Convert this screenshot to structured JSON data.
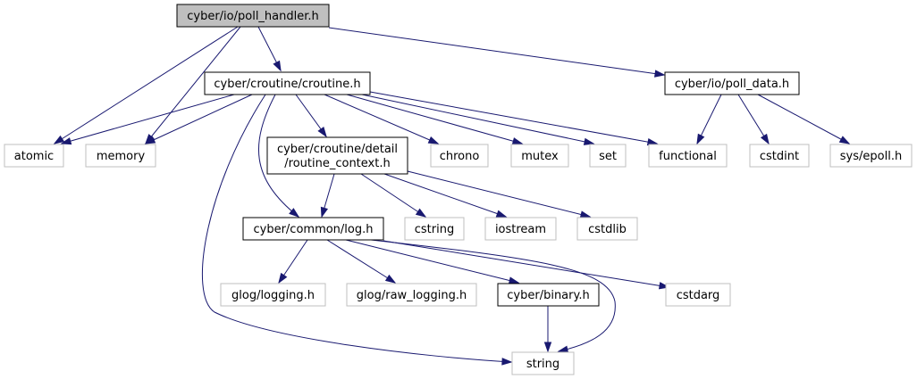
{
  "graph": {
    "colors": {
      "edge": "#191970",
      "root_fill": "#bfbfbf",
      "documented_border": "#000000",
      "external_border": "#bfbfbf",
      "node_fill": "#ffffff"
    },
    "nodes": [
      {
        "id": "poll-handler",
        "lines": [
          "cyber/io/poll_handler.h"
        ],
        "kind": "root"
      },
      {
        "id": "croutine",
        "lines": [
          "cyber/croutine/croutine.h"
        ],
        "kind": "documented"
      },
      {
        "id": "poll-data",
        "lines": [
          "cyber/io/poll_data.h"
        ],
        "kind": "documented"
      },
      {
        "id": "atomic",
        "lines": [
          "atomic"
        ],
        "kind": "external"
      },
      {
        "id": "memory",
        "lines": [
          "memory"
        ],
        "kind": "external"
      },
      {
        "id": "routine-context",
        "lines": [
          "cyber/croutine/detail",
          "/routine_context.h"
        ],
        "kind": "documented"
      },
      {
        "id": "chrono",
        "lines": [
          "chrono"
        ],
        "kind": "external"
      },
      {
        "id": "mutex",
        "lines": [
          "mutex"
        ],
        "kind": "external"
      },
      {
        "id": "set",
        "lines": [
          "set"
        ],
        "kind": "external"
      },
      {
        "id": "functional",
        "lines": [
          "functional"
        ],
        "kind": "external"
      },
      {
        "id": "cstdint",
        "lines": [
          "cstdint"
        ],
        "kind": "external"
      },
      {
        "id": "sys-epoll",
        "lines": [
          "sys/epoll.h"
        ],
        "kind": "external"
      },
      {
        "id": "log",
        "lines": [
          "cyber/common/log.h"
        ],
        "kind": "documented"
      },
      {
        "id": "cstring",
        "lines": [
          "cstring"
        ],
        "kind": "external"
      },
      {
        "id": "iostream",
        "lines": [
          "iostream"
        ],
        "kind": "external"
      },
      {
        "id": "cstdlib",
        "lines": [
          "cstdlib"
        ],
        "kind": "external"
      },
      {
        "id": "glog-logging",
        "lines": [
          "glog/logging.h"
        ],
        "kind": "external"
      },
      {
        "id": "glog-raw-logging",
        "lines": [
          "glog/raw_logging.h"
        ],
        "kind": "external"
      },
      {
        "id": "binary",
        "lines": [
          "cyber/binary.h"
        ],
        "kind": "documented"
      },
      {
        "id": "cstdarg",
        "lines": [
          "cstdarg"
        ],
        "kind": "external"
      },
      {
        "id": "string",
        "lines": [
          "string"
        ],
        "kind": "external"
      }
    ],
    "edges": [
      [
        "poll-handler",
        "croutine"
      ],
      [
        "poll-handler",
        "poll-data"
      ],
      [
        "poll-handler",
        "atomic"
      ],
      [
        "poll-handler",
        "memory"
      ],
      [
        "croutine",
        "atomic"
      ],
      [
        "croutine",
        "memory"
      ],
      [
        "croutine",
        "routine-context"
      ],
      [
        "croutine",
        "chrono"
      ],
      [
        "croutine",
        "mutex"
      ],
      [
        "croutine",
        "set"
      ],
      [
        "croutine",
        "functional"
      ],
      [
        "croutine",
        "log"
      ],
      [
        "croutine",
        "string"
      ],
      [
        "poll-data",
        "functional"
      ],
      [
        "poll-data",
        "cstdint"
      ],
      [
        "poll-data",
        "sys-epoll"
      ],
      [
        "routine-context",
        "log"
      ],
      [
        "routine-context",
        "cstring"
      ],
      [
        "routine-context",
        "iostream"
      ],
      [
        "routine-context",
        "cstdlib"
      ],
      [
        "log",
        "glog-logging"
      ],
      [
        "log",
        "glog-raw-logging"
      ],
      [
        "log",
        "binary"
      ],
      [
        "log",
        "cstdarg"
      ],
      [
        "log",
        "string"
      ],
      [
        "binary",
        "string"
      ]
    ]
  }
}
